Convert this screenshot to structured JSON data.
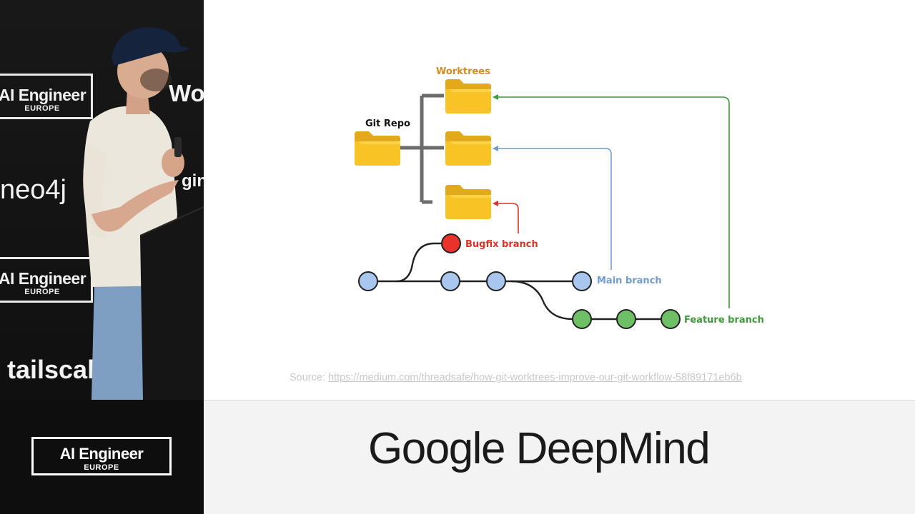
{
  "backdrop": {
    "logo_top": {
      "main": "AI Engineer",
      "sub": "EUROPE"
    },
    "text_wor": "Wor",
    "text_neo4j": "neo4j",
    "text_gin": "gin",
    "logo_mid": {
      "main": "AI Engineer",
      "sub": "EUROPE"
    },
    "text_tailscale": "tailscale"
  },
  "diagram": {
    "worktrees_label": "Worktrees",
    "git_repo_label": "Git Repo",
    "bugfix_label": "Bugfix branch",
    "main_label": "Main branch",
    "feature_label": "Feature branch",
    "colors": {
      "worktrees": "#d98a1e",
      "bugfix": "#e0302a",
      "main": "#6f9ccd",
      "feature": "#3f9a3a",
      "trunk": "#6c6c6c",
      "folder": "#f7c325",
      "folder_dark": "#e2a91b"
    }
  },
  "source": {
    "prefix": "Source: ",
    "url": "https://medium.com/threadsafe/how-git-worktrees-improve-our-git-workflow-58f89171eb6b"
  },
  "bottom": {
    "event_logo": {
      "main": "AI Engineer",
      "sub": "EUROPE"
    },
    "sponsor": "Google DeepMind"
  }
}
